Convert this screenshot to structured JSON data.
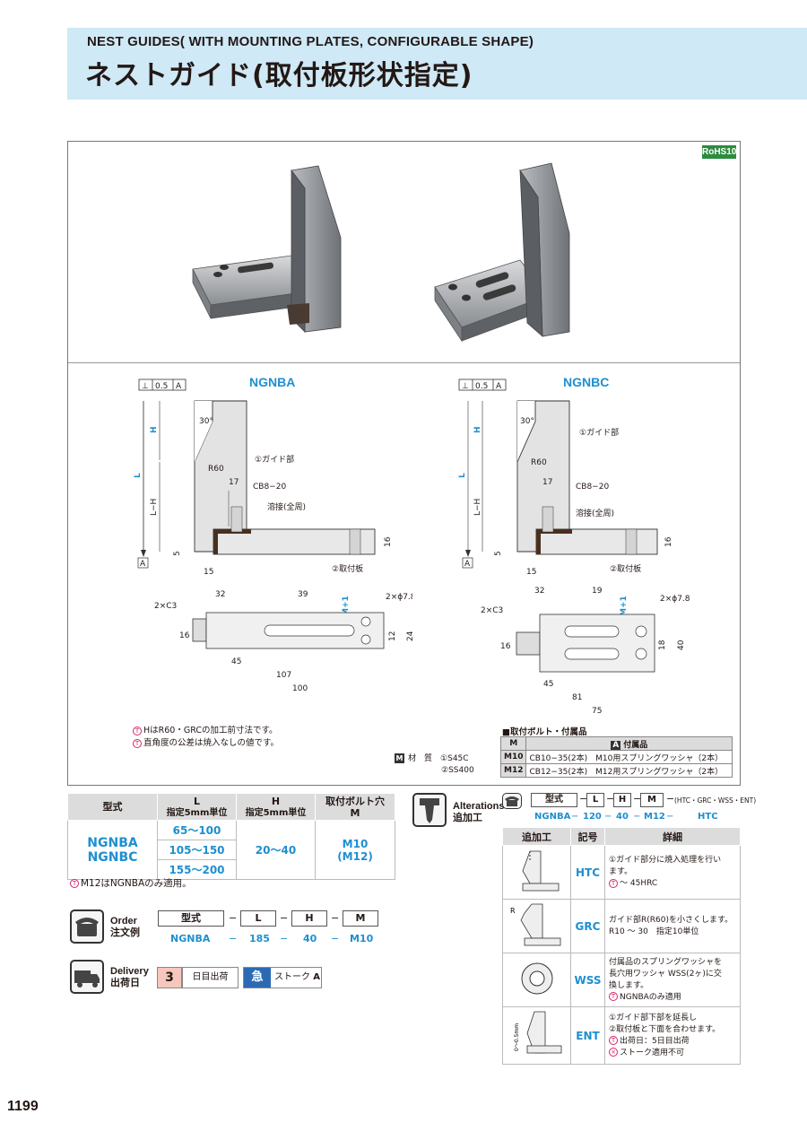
{
  "header": {
    "title_en": "NEST GUIDES( WITH MOUNTING PLATES, CONFIGURABLE SHAPE)",
    "title_jp": "ネストガイド(取付板形状指定)"
  },
  "rohs": "RoHS10",
  "drawings": {
    "ngnba": {
      "title": "NGNBA",
      "perp": "⊥",
      "tol": "0.5",
      "datum": "A",
      "H": "H",
      "L": "L",
      "LH": "L−H",
      "angle": "30°",
      "r60": "R60",
      "d17": "17",
      "cb": "CB8−20",
      "weld": "溶接(全周)",
      "guide": "①ガイド部",
      "plate": "②取付板",
      "d16": "16",
      "d5": "5",
      "d15": "15",
      "c3": "2×C3",
      "d32": "32",
      "d39": "39",
      "mplus": "M+1",
      "hole": "2×ϕ7.8",
      "d12": "12",
      "d24": "24",
      "d45": "45",
      "d107": "107",
      "d100": "100"
    },
    "ngnbc": {
      "title": "NGNBC",
      "perp": "⊥",
      "tol": "0.5",
      "datum": "A",
      "H": "H",
      "L": "L",
      "LH": "L−H",
      "angle": "30°",
      "r60": "R60",
      "d17": "17",
      "cb": "CB8−20",
      "weld": "溶接(全周)",
      "guide": "①ガイド部",
      "plate": "②取付板",
      "d16": "16",
      "d5": "5",
      "d15": "15",
      "c3": "2×C3",
      "d32": "32",
      "d19": "19",
      "mplus": "M+1",
      "hole": "2×ϕ7.8",
      "d18": "18",
      "d40": "40",
      "d45": "45",
      "d81": "81",
      "d75": "75"
    }
  },
  "notes": {
    "n1": "HはR60・GRCの加工前寸法です。",
    "n2": "直角度の公差は焼入なしの値です。",
    "mark": "T"
  },
  "material": {
    "badge": "M",
    "label": "材　質",
    "m1": "①S45C",
    "m2": "②SS400"
  },
  "bolts": {
    "title": "■取付ボルト・付属品",
    "h_m": "M",
    "h_acc_badge": "A",
    "h_acc": "付属品",
    "rows": [
      {
        "m": "M10",
        "acc": "CB10−35(2本)　M10用スプリングワッシャ（2本）"
      },
      {
        "m": "M12",
        "acc": "CB12−35(2本)　M12用スプリングワッシャ（2本）"
      }
    ]
  },
  "spec": {
    "h_type": "型式",
    "h_l": "L",
    "h_l_sub": "指定5mm単位",
    "h_h": "H",
    "h_h_sub": "指定5mm単位",
    "h_m": "取付ボルト穴",
    "h_m_sub": "M",
    "model1": "NGNBA",
    "model2": "NGNBC",
    "l1": "65〜100",
    "l2": "105〜150",
    "l3": "155〜200",
    "h_range": "20〜40",
    "m_val": "M10",
    "m_val2": "(M12)",
    "note": "M12はNGNBAのみ適用。"
  },
  "order": {
    "en": "Order",
    "jp": "注文例",
    "f_type": "型式",
    "f_l": "L",
    "f_h": "H",
    "f_m": "M",
    "dash": "−",
    "v_type": "NGNBA",
    "v_l": "185",
    "v_h": "40",
    "v_m": "M10"
  },
  "delivery": {
    "en": "Delivery",
    "jp": "出荷日",
    "days": "3",
    "days_label": "日目出荷",
    "express_icon": "急",
    "express_label": "ストーク",
    "express_grade": "A"
  },
  "alterations": {
    "en": "Alterations",
    "jp": "追加工",
    "f_type": "型式",
    "f_l": "L",
    "f_h": "H",
    "f_m": "M",
    "dash": "−",
    "codes": "(HTC・GRC・WSS・ENT)",
    "v_type": "NGNBA",
    "v_l": "120",
    "v_h": "40",
    "v_m": "M12",
    "v_code": "HTC",
    "h_alt": "追加工",
    "h_code": "記号",
    "h_detail": "詳細",
    "rows": [
      {
        "code": "HTC",
        "lines": [
          "①ガイド部分に焼入処理を行い",
          "ます。",
          "〜 45HRC"
        ]
      },
      {
        "code": "GRC",
        "lines": [
          "ガイド部R(R60)を小さくします。",
          "R10 〜 30　指定10単位"
        ]
      },
      {
        "code": "WSS",
        "lines": [
          "付属品のスプリングワッシャを",
          "長穴用ワッシャ WSS(2ヶ)に交",
          "換します。",
          "NGNBAのみ適用"
        ]
      },
      {
        "code": "ENT",
        "lines": [
          "①ガイド部下部を延長し",
          "②取付板と下面を合わせます。",
          "出荷日：5日目出荷",
          "ストーク適用不可"
        ]
      }
    ],
    "ent_dim": "0〜0.5mm",
    "grc_r": "R"
  },
  "page_number": "1199"
}
